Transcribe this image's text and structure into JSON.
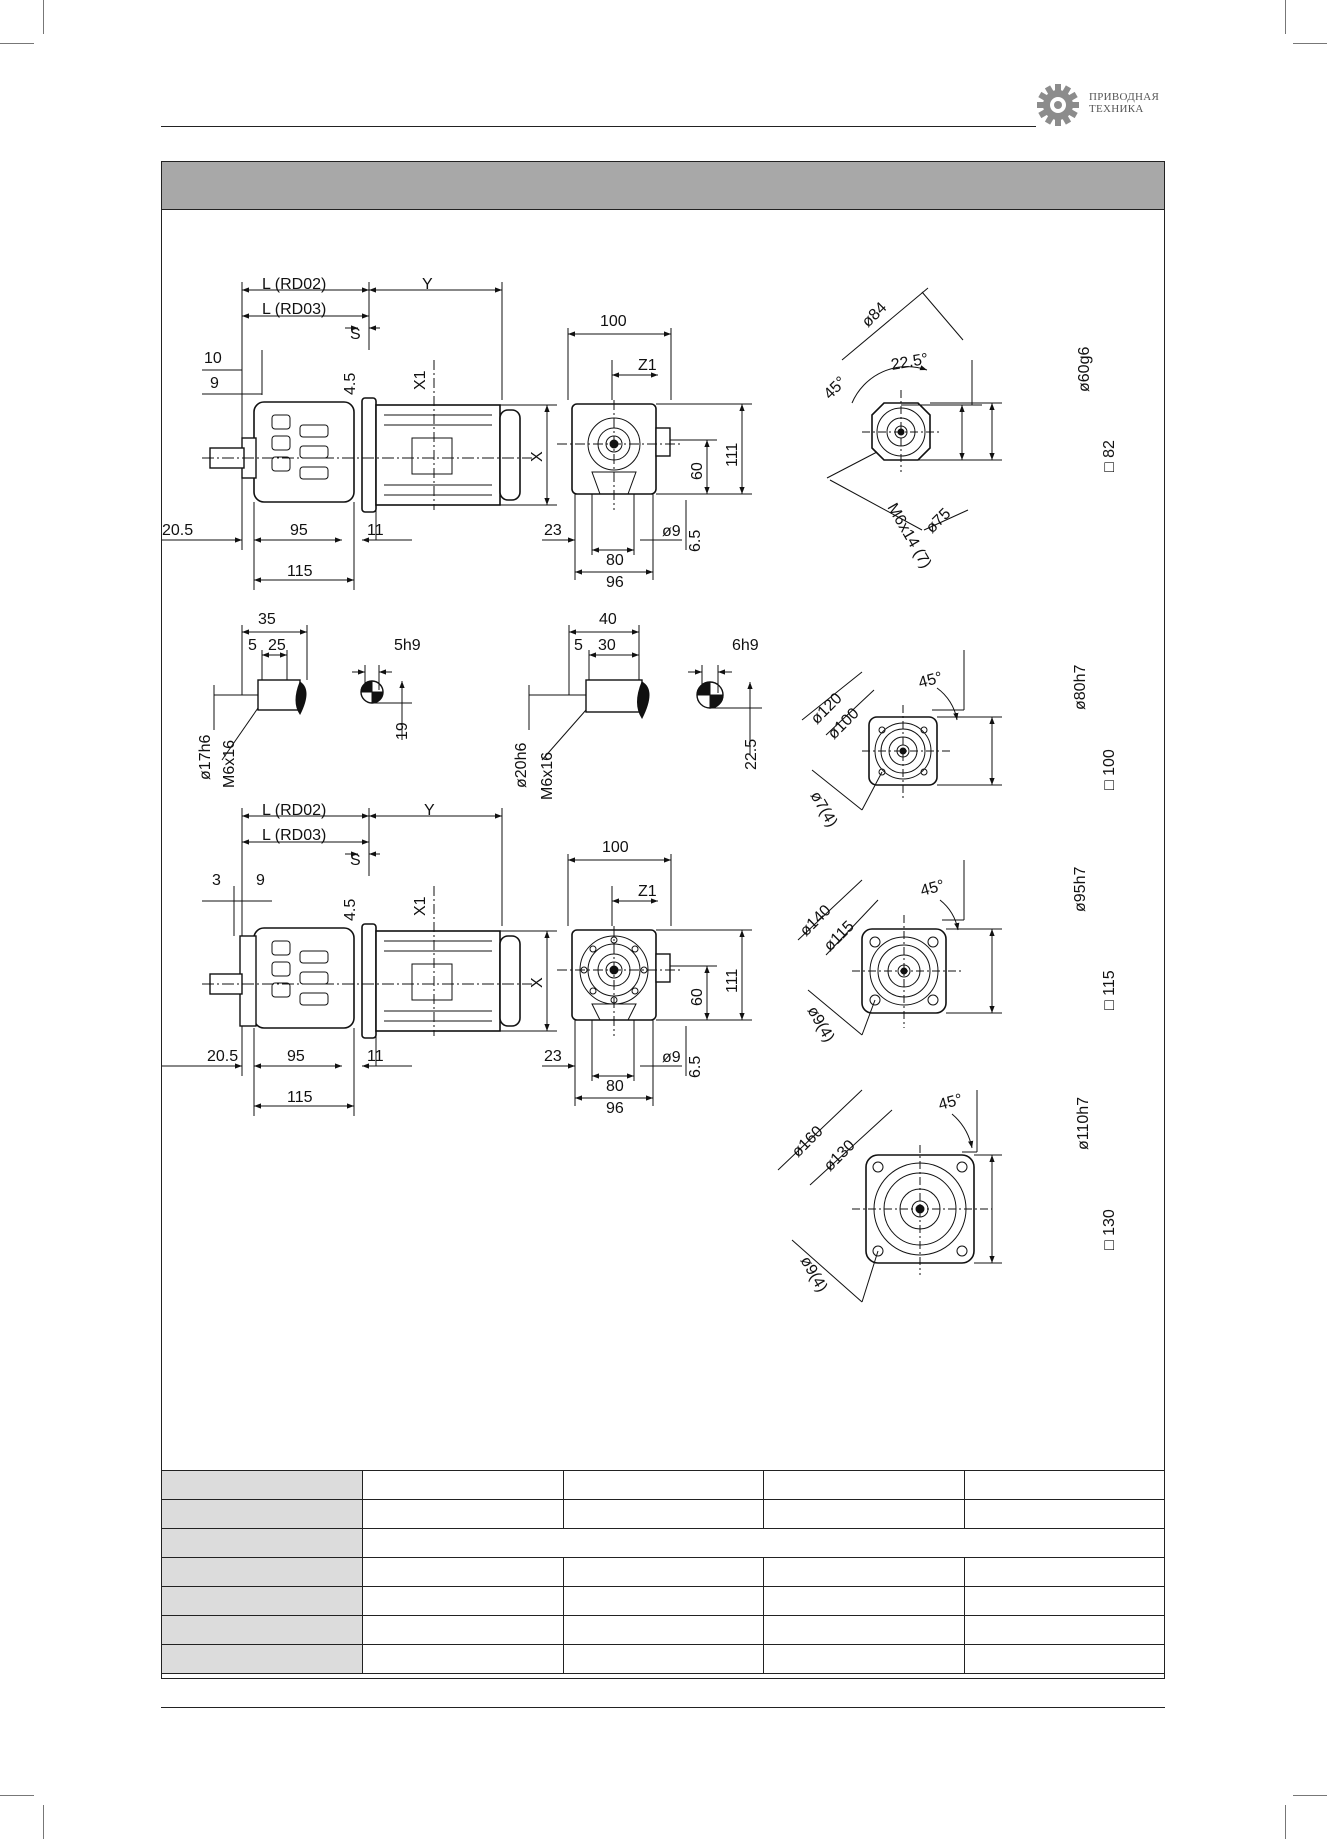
{
  "logo": {
    "line1": "ПРИВОДНАЯ",
    "line2": "ТЕХНИКА",
    "gear_color": "#8c8c8c"
  },
  "drawing1": {
    "l_rd02": "L (RD02)",
    "y": "Y",
    "l_rd03": "L (RD03)",
    "s": "S",
    "d10": "10",
    "d9": "9",
    "d45": "4.5",
    "x1": "X1",
    "x": "X",
    "d205": "20.5",
    "d95": "95",
    "d11": "11",
    "d115": "115"
  },
  "front1": {
    "d100": "100",
    "z1": "Z1",
    "d111": "111",
    "d60": "60",
    "d23": "23",
    "dia9": "ø9",
    "d65": "6.5",
    "d80": "80",
    "d96": "96"
  },
  "shaft1": {
    "d35": "35",
    "d5": "5",
    "d25": "25",
    "key": "5h9",
    "h": "19",
    "dia": "ø17h6",
    "thread": "M6x16"
  },
  "shaft2": {
    "d40": "40",
    "d5": "5",
    "d30": "30",
    "key": "6h9",
    "h": "22.5",
    "dia": "ø20h6",
    "thread": "M6x16"
  },
  "drawing2": {
    "l_rd02": "L (RD02)",
    "y": "Y",
    "l_rd03": "L (RD03)",
    "s": "S",
    "d3": "3",
    "d9": "9",
    "d45": "4.5",
    "x1": "X1",
    "x": "X",
    "d205": "20.5",
    "d95": "95",
    "d11": "11",
    "d115": "115"
  },
  "front2": {
    "d100": "100",
    "z1": "Z1",
    "d111": "111",
    "d60": "60",
    "d23": "23",
    "dia9": "ø9",
    "d65": "6.5",
    "d80": "80",
    "d96": "96"
  },
  "flanges": [
    {
      "outer": "ø84",
      "angle1": "45°",
      "angle2": "22.5°",
      "pilot": "ø60g6",
      "thread": "M6x14 (7)",
      "square": "□ 82",
      "pcd": "ø75"
    },
    {
      "outer": "ø120",
      "pcd": "ø100",
      "angle": "45°",
      "pilot": "ø80h7",
      "holes": "ø7(4)",
      "square": "□ 100"
    },
    {
      "outer": "ø140",
      "pcd": "ø115",
      "angle": "45°",
      "pilot": "ø95h7",
      "holes": "ø9(4)",
      "square": "□ 115"
    },
    {
      "outer": "ø160",
      "pcd": "ø130",
      "angle": "45°",
      "pilot": "ø110h7",
      "holes": "ø9(4)",
      "square": "□ 130"
    }
  ]
}
